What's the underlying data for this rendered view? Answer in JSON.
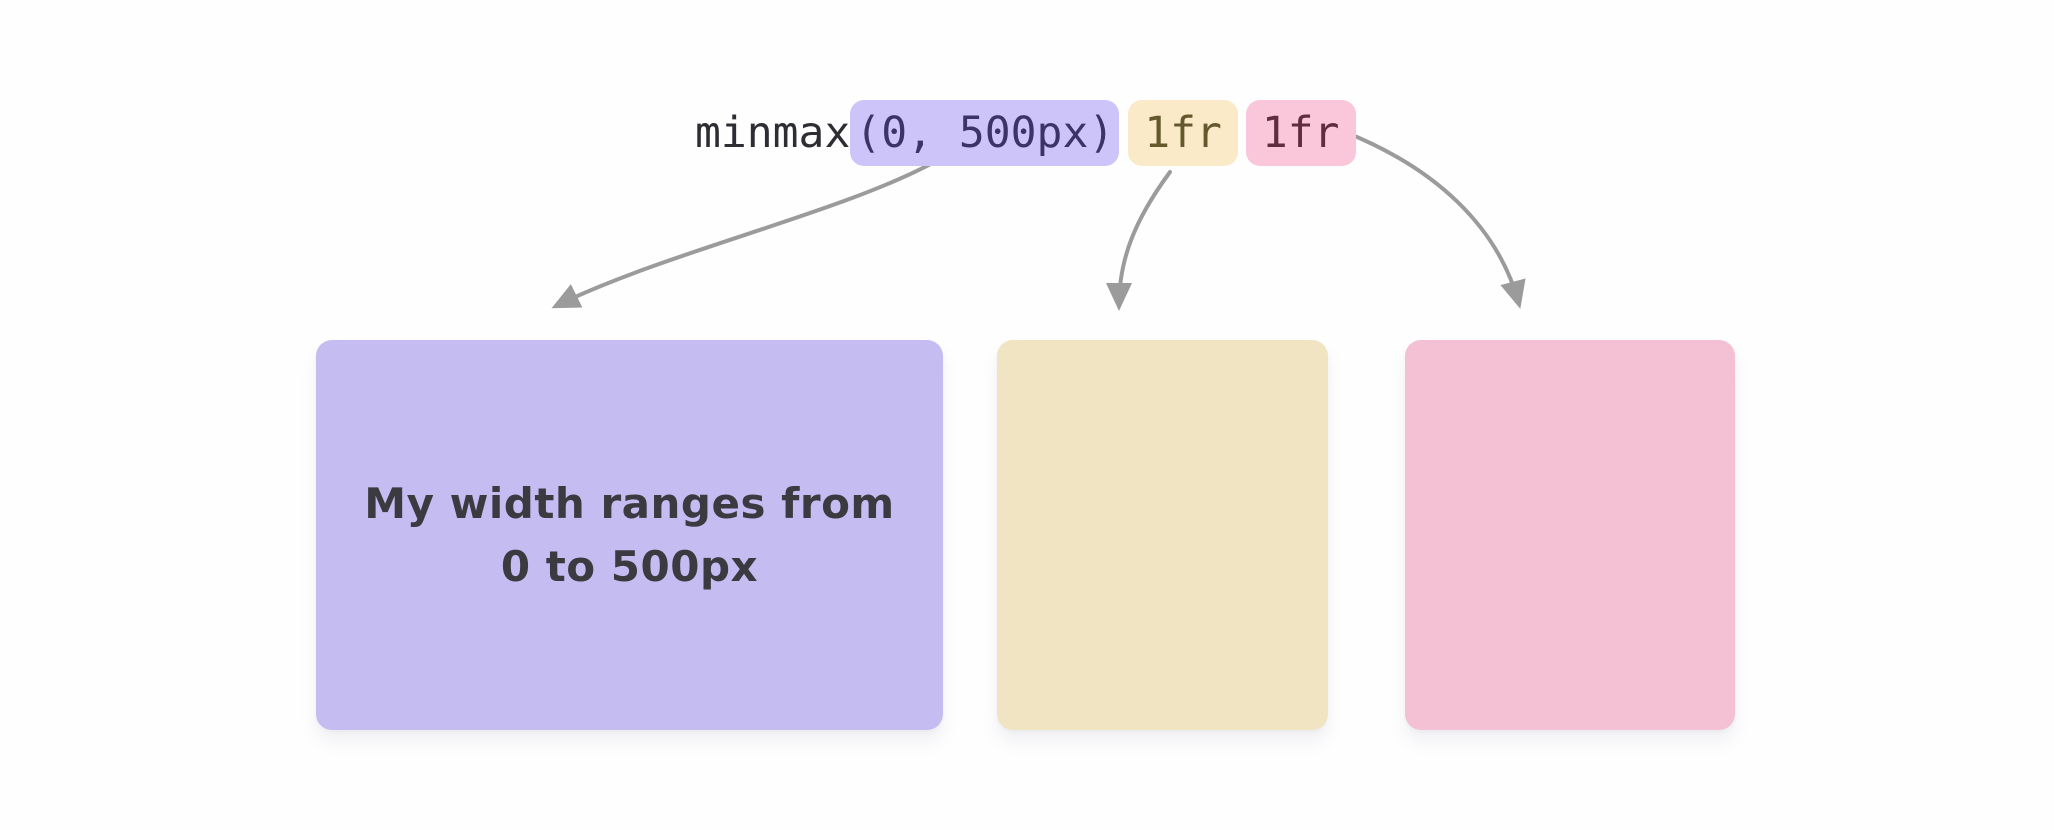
{
  "diagram": {
    "title_semantic": "CSS grid-template-columns minmax illustration",
    "code": {
      "function_name": "minmax",
      "tokens": [
        {
          "label": "(0, 500px)",
          "token_bg": "#cdc4f9",
          "token_text": "#3c3367"
        },
        {
          "label": "1fr",
          "token_bg": "#faeac7",
          "token_text": "#64592c"
        },
        {
          "label": "1fr",
          "token_bg": "#fac7da",
          "token_text": "#5f2d40"
        }
      ]
    },
    "columns": [
      {
        "label_line1": "My width ranges from",
        "label_line2": "0 to 500px",
        "fill": "#c5bcf1"
      },
      {
        "label_line1": "",
        "label_line2": "",
        "fill": "#f0e4c3"
      },
      {
        "label_line1": "",
        "label_line2": "",
        "fill": "#f3c0d4"
      }
    ],
    "arrows": {
      "color": "#9b9b9b",
      "count": 3,
      "description": "each code token points to its rendered grid column"
    },
    "colors": {
      "background": "#fefefe",
      "code_plain_text": "#2e2d33",
      "box_label_text": "#3b3a40"
    }
  }
}
